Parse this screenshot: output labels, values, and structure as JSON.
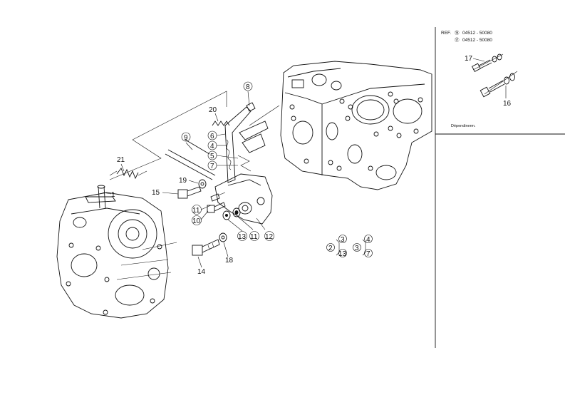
{
  "inset": {
    "ref_label": "REF.",
    "ref_lines": [
      {
        "marker": "⑯",
        "number": "04512 - 50080"
      },
      {
        "marker": "⑰",
        "number": "04512 - 50080"
      }
    ],
    "caption": "Dépendinerm.",
    "parts": [
      "17",
      "16"
    ]
  },
  "callouts": [
    {
      "id": "8",
      "label": "8",
      "circled": true
    },
    {
      "id": "20",
      "label": "20",
      "circled": false
    },
    {
      "id": "6",
      "label": "6",
      "circled": true
    },
    {
      "id": "9",
      "label": "9",
      "circled": true
    },
    {
      "id": "4",
      "label": "4",
      "circled": true
    },
    {
      "id": "5",
      "label": "5",
      "circled": true
    },
    {
      "id": "7",
      "label": "7",
      "circled": true
    },
    {
      "id": "21",
      "label": "21",
      "circled": false
    },
    {
      "id": "1",
      "label": "1",
      "circled": false
    },
    {
      "id": "19",
      "label": "19",
      "circled": false
    },
    {
      "id": "15",
      "label": "15",
      "circled": false
    },
    {
      "id": "11a",
      "label": "11",
      "circled": true
    },
    {
      "id": "10",
      "label": "10",
      "circled": true
    },
    {
      "id": "13",
      "label": "13",
      "circled": true
    },
    {
      "id": "11b",
      "label": "11",
      "circled": true
    },
    {
      "id": "12",
      "label": "12",
      "circled": true
    },
    {
      "id": "18",
      "label": "18",
      "circled": false
    },
    {
      "id": "14",
      "label": "14",
      "circled": false
    }
  ],
  "sets": [
    {
      "lead": "2",
      "items": [
        "3",
        "13"
      ]
    },
    {
      "lead": "3",
      "items": [
        "4",
        "7"
      ]
    }
  ]
}
